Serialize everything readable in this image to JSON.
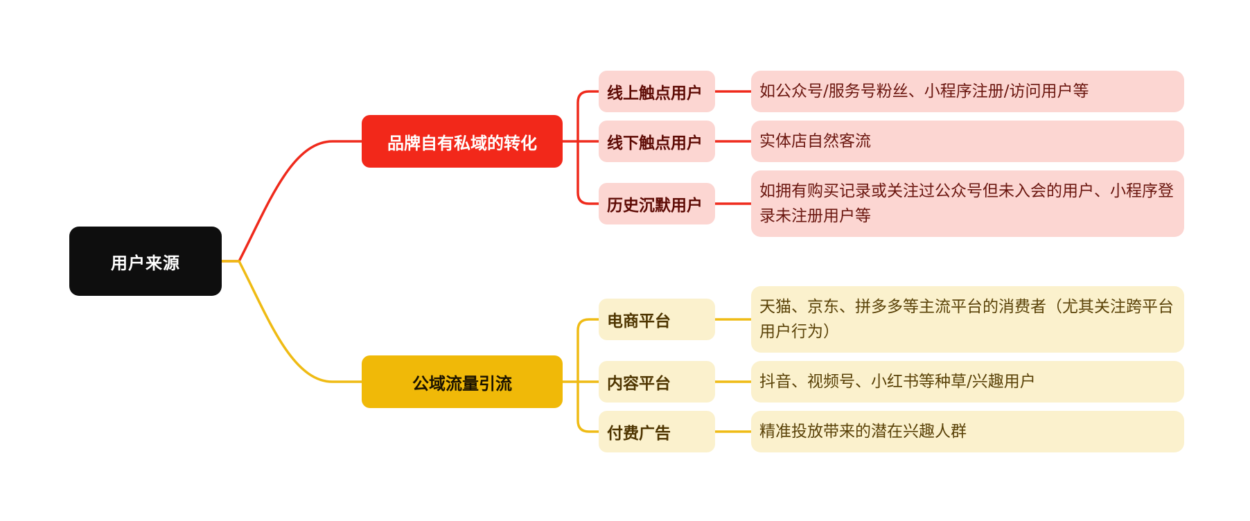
{
  "root": {
    "label": "用户来源"
  },
  "branches": [
    {
      "label": "品牌自有私域的转化",
      "color": "#f2281a",
      "children": [
        {
          "label": "线上触点用户",
          "detail": "如公众号/服务号粉丝、小程序注册/访问用户等"
        },
        {
          "label": "线下触点用户",
          "detail": "实体店自然客流"
        },
        {
          "label": "历史沉默用户",
          "detail": "如拥有购买记录或关注过公众号但未入会的用户、小程序登录未注册用户等"
        }
      ]
    },
    {
      "label": "公域流量引流",
      "color": "#f0b908",
      "children": [
        {
          "label": "电商平台",
          "detail": "天猫、京东、拼多多等主流平台的消费者（尤其关注跨平台用户行为）"
        },
        {
          "label": "内容平台",
          "detail": "抖音、视频号、小红书等种草/兴趣用户"
        },
        {
          "label": "付费广告",
          "detail": "精准投放带来的潜在兴趣人群"
        }
      ]
    }
  ]
}
